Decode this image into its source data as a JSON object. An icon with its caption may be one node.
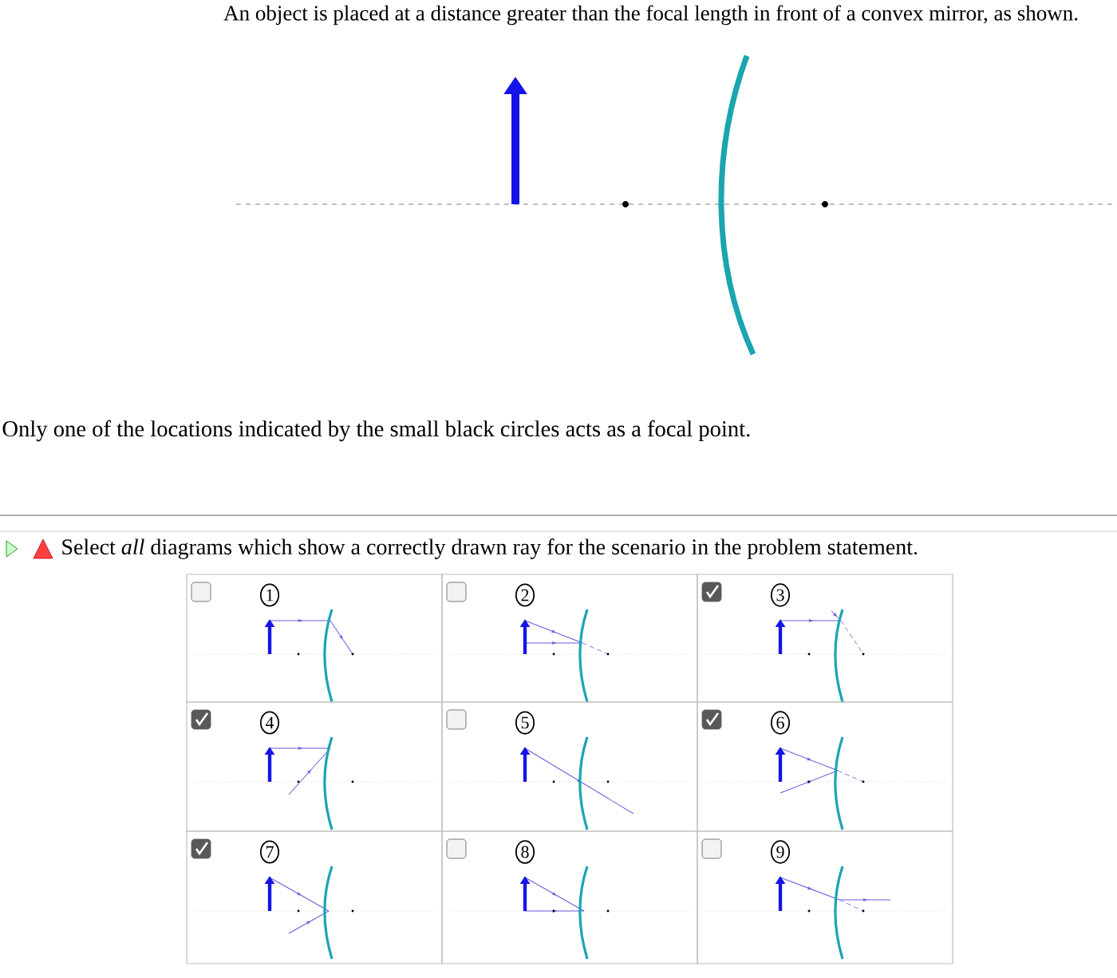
{
  "diagram": {
    "labels": [
      "An object is placed at a distance greater than the focal length in front of a convex mirror, as shown.",
      "Only one of the locations indicated by the small black circles acts as a focal point.",
      "Select *all* diagrams which show a correctly drawn ray for the scenario in the problem statement.",
      "1",
      "2",
      "3",
      "4",
      "5",
      "6",
      "7",
      "8",
      "9"
    ]
  }
}
